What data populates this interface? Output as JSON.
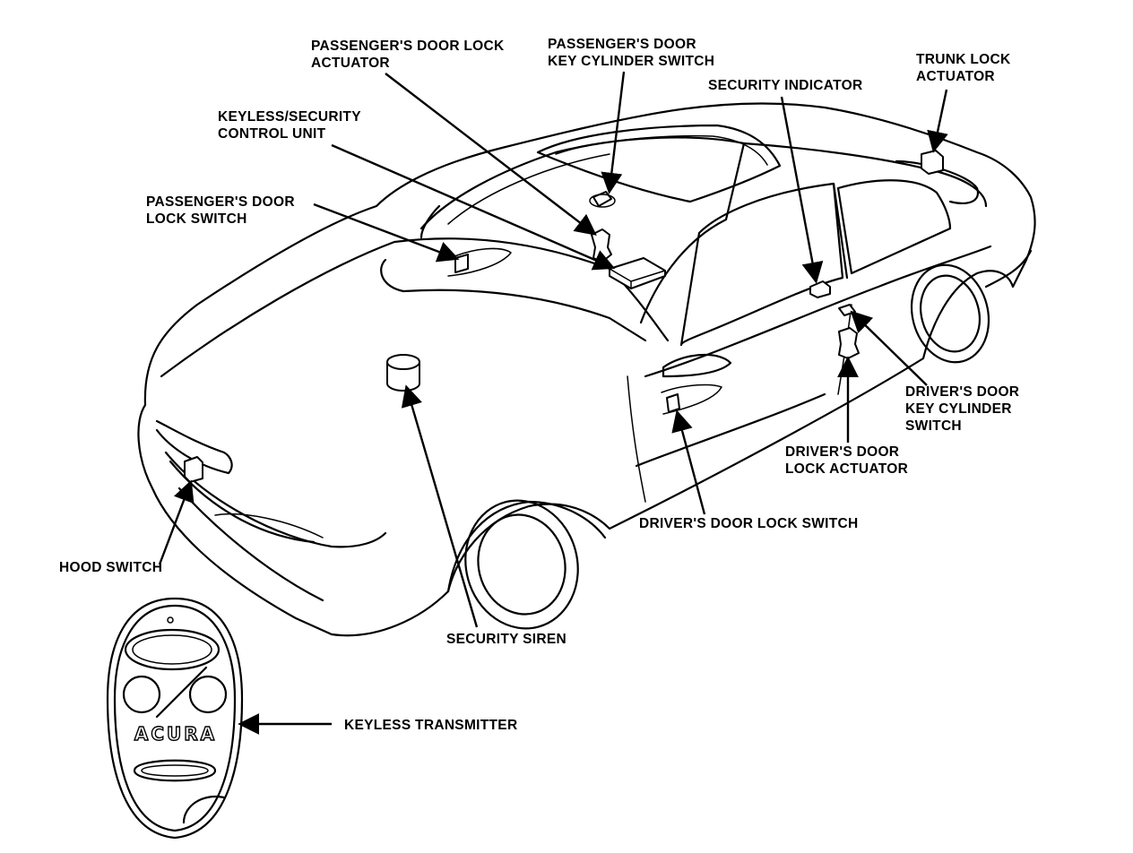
{
  "labels": {
    "passenger_door_lock_actuator": [
      "PASSENGER'S DOOR LOCK",
      "ACTUATOR"
    ],
    "passenger_key_cylinder_switch": [
      "PASSENGER'S DOOR",
      "KEY CYLINDER SWITCH"
    ],
    "trunk_lock_actuator": [
      "TRUNK LOCK",
      "ACTUATOR"
    ],
    "security_indicator": [
      "SECURITY INDICATOR"
    ],
    "keyless_security_control_unit": [
      "KEYLESS/SECURITY",
      "CONTROL UNIT"
    ],
    "passenger_door_lock_switch": [
      "PASSENGER'S DOOR",
      "LOCK SWITCH"
    ],
    "driver_key_cylinder_switch": [
      "DRIVER'S DOOR",
      "KEY CYLINDER",
      "SWITCH"
    ],
    "driver_door_lock_actuator": [
      "DRIVER'S DOOR",
      "LOCK ACTUATOR"
    ],
    "driver_door_lock_switch": [
      "DRIVER'S DOOR LOCK SWITCH"
    ],
    "hood_switch": [
      "HOOD SWITCH"
    ],
    "security_siren": [
      "SECURITY SIREN"
    ],
    "keyless_transmitter": [
      "KEYLESS TRANSMITTER"
    ]
  },
  "transmitter": {
    "brand": "ACURA"
  },
  "colors": {
    "ink": "#000000",
    "paper": "#ffffff"
  }
}
